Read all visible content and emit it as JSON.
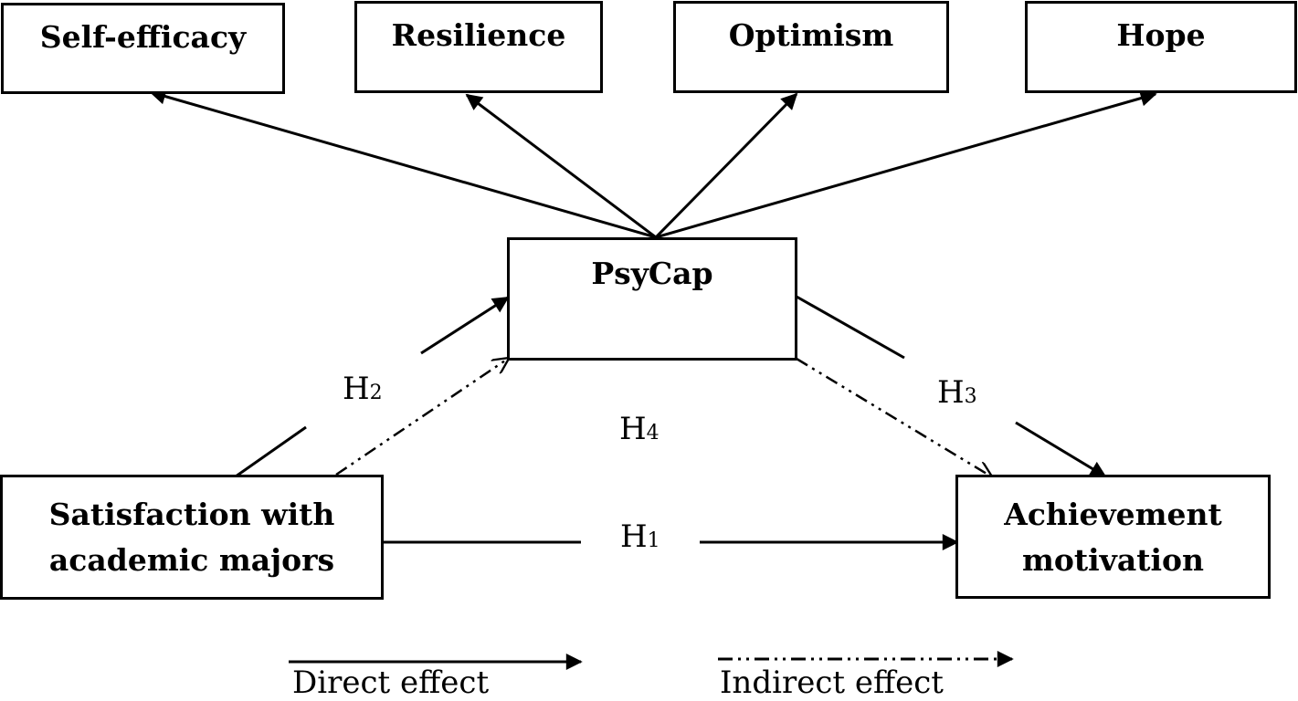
{
  "nodes": {
    "self_efficacy": "Self-efficacy",
    "resilience": "Resilience",
    "optimism": "Optimism",
    "hope": "Hope",
    "psycap": "PsyCap",
    "satisfaction": "Satisfaction with academic majors",
    "achievement": "Achievement motivation"
  },
  "hypotheses": {
    "h1": {
      "letter": "H",
      "sub": "1"
    },
    "h2": {
      "letter": "H",
      "sub": "2"
    },
    "h3": {
      "letter": "H",
      "sub": "3"
    },
    "h4": {
      "letter": "H",
      "sub": "4"
    }
  },
  "legend": {
    "direct": "Direct effect",
    "indirect": "Indirect effect"
  }
}
